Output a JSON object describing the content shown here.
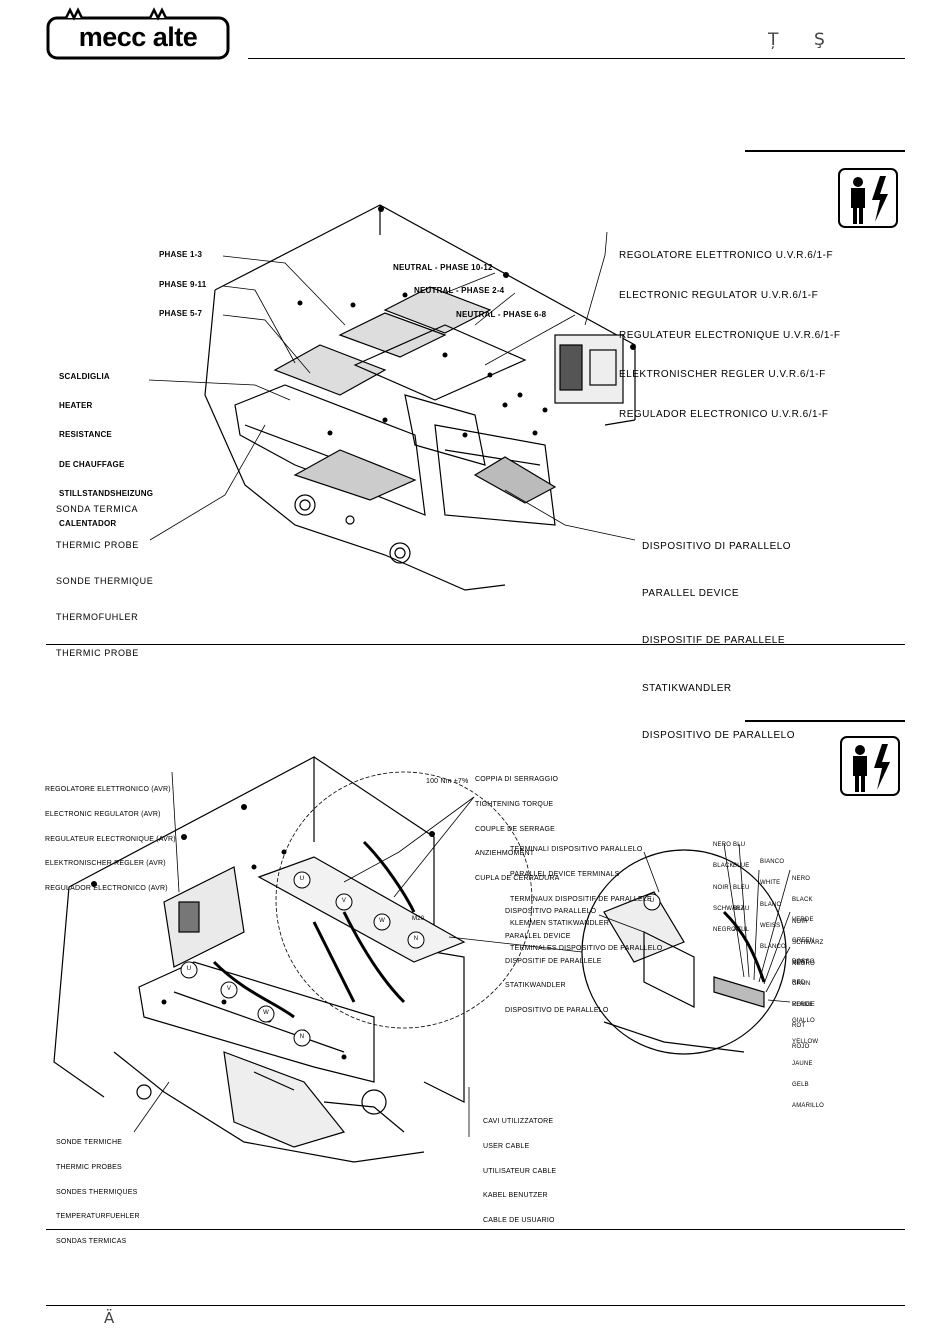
{
  "header": {
    "logo_text": "mecc alte",
    "glyph_1": "Ț",
    "glyph_2": "Ş"
  },
  "figure1": {
    "phase_labels": [
      "PHASE 1-3",
      "PHASE 9-11",
      "PHASE 5-7"
    ],
    "neutral_labels": [
      "NEUTRAL - PHASE 10-12",
      "NEUTRAL - PHASE 2-4",
      "NEUTRAL - PHASE 6-8"
    ],
    "heater": [
      "SCALDIGLIA",
      "HEATER",
      "RESISTANCE",
      "DE CHAUFFAGE",
      "STILLSTANDSHEIZUNG",
      "CALENTADOR"
    ],
    "thermic_probe": [
      "SONDA TERMICA",
      "THERMIC PROBE",
      "SONDE THERMIQUE",
      "THERMOFUHLER",
      "THERMIC PROBE"
    ],
    "regulator": [
      "REGOLATORE ELETTRONICO U.V.R.6/1-F",
      "ELECTRONIC REGULATOR U.V.R.6/1-F",
      "REGULATEUR ELECTRONIQUE U.V.R.6/1-F",
      "ELEKTRONISCHER REGLER U.V.R.6/1-F",
      "REGULADOR ELECTRONICO U.V.R.6/1-F"
    ],
    "parallel_device": [
      "DISPOSITIVO DI PARALLELO",
      "PARALLEL DEVICE",
      "DISPOSITIF DE PARALLELE",
      "STATIKWANDLER",
      "DISPOSITIVO DE PARALLELO"
    ]
  },
  "figure2": {
    "regulator_avr": [
      "REGOLATORE ELETTRONICO (AVR)",
      "ELECTRONIC REGULATOR (AVR)",
      "REGULATEUR ELECTRONIQUE (AVR)",
      "ELEKTRONISCHER REGLER (AVR)",
      "REGULADOR ELECTRONICO (AVR)"
    ],
    "torque_value": "100 Nm ±7%",
    "torque": [
      "COPPIA DI SERRAGGIO",
      "TIGHTENING TORQUE",
      "COUPLE DE SERRAGE",
      "ANZIEHMOMENT",
      "CUPLA DE CERRADURA"
    ],
    "parallel_terminals": [
      "TERMINALI DISPOSITIVO PARALLELO",
      "PARALLEL DEVICE TERMINALS",
      "TERMINAUX DISPOSITIF DE PARALLELE",
      "KLEMMEN STATIKWANDLER",
      "TERMINALES DISPOSITIVO DE PARALLELO"
    ],
    "parallel_device": [
      "DISPOSITIVO PARALLELO",
      "PARALLEL DEVICE",
      "DISPOSITIF DE PARALLELE",
      "STATIKWANDLER",
      "DISPOSITIVO DE PARALLELO"
    ],
    "bolt_label": "M20",
    "phase_tags": [
      "U",
      "V",
      "W",
      "N"
    ],
    "colors": {
      "black": [
        "NERO",
        "BLACK",
        "NOIR",
        "SCHWARZ",
        "NEGRO"
      ],
      "blue": [
        "BLU",
        "BLUE",
        "BLEU",
        "BLAU",
        "AZUL"
      ],
      "white": [
        "BIANCO",
        "WHITE",
        "BLANC",
        "WEISS",
        "BLANCO"
      ],
      "black2": [
        "NERO",
        "BLACK",
        "NOIR",
        "SCHWARZ",
        "NEGRO"
      ],
      "green": [
        "VERDE",
        "GREEN",
        "VERT",
        "GRUN",
        "VERDE"
      ],
      "red": [
        "ROSSO",
        "RED",
        "ROUGE",
        "ROT",
        "ROJO"
      ],
      "yellow": [
        "GIALLO",
        "YELLOW",
        "JAUNE",
        "GELB",
        "AMARILLO"
      ]
    },
    "thermic_probes": [
      "SONDE TERMICHE",
      "THERMIC PROBES",
      "SONDES THERMIQUES",
      "TEMPERATURFUEHLER",
      "SONDAS TERMICAS"
    ],
    "user_cable": [
      "CAVI UTILIZZATORE",
      "USER CABLE",
      "UTILISATEUR CABLE",
      "KABEL BENUTZER",
      "CABLE DE USUARIO"
    ]
  },
  "footer": {
    "glyph": "Ä"
  }
}
